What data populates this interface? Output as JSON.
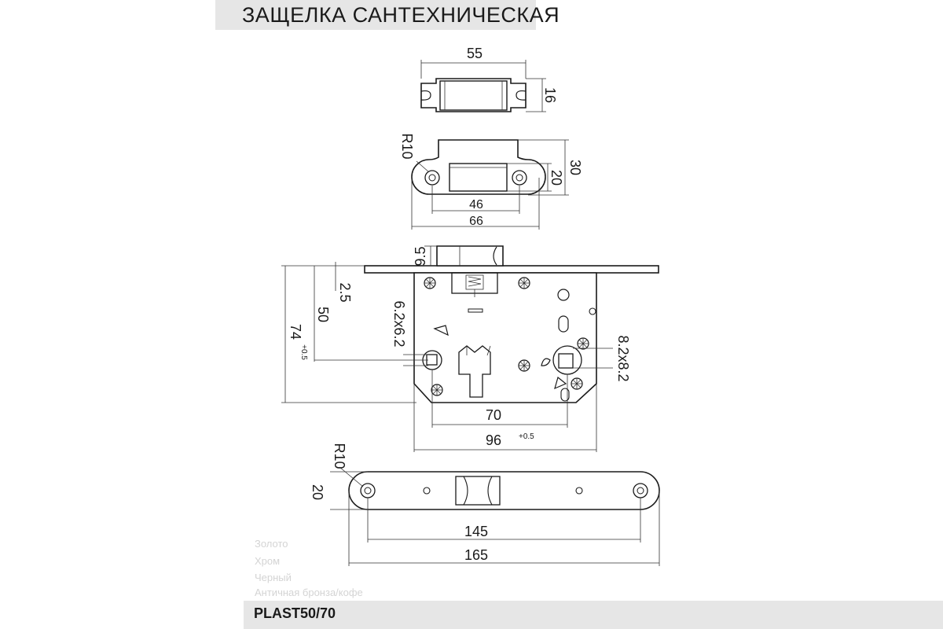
{
  "header": {
    "title": "ЗАЩЕЛКА САНТЕХНИЧЕСКАЯ"
  },
  "footer": {
    "model": "PLAST50/70"
  },
  "finishes": [
    "Золото",
    "Хром",
    "Черный",
    "Античная бронза/кофе"
  ],
  "strike_plate": {
    "width": "55",
    "height": "16"
  },
  "keeper": {
    "radius": "R10",
    "height_outer": "30",
    "height_inner": "20",
    "width_inner": "46",
    "width_outer": "66"
  },
  "lock_body": {
    "latch_offset": "9.5",
    "top_offset": "2.5",
    "backset_a": "50",
    "backset_b": "74",
    "backset_b_tol": "+0.5",
    "spindle_left": "6.2x6.2",
    "spindle_right": "8.2x8.2",
    "center_distance": "70",
    "body_width": "96",
    "body_width_tol": "+0.5"
  },
  "faceplate": {
    "radius": "R10",
    "height": "20",
    "hole_distance": "145",
    "length": "165"
  }
}
